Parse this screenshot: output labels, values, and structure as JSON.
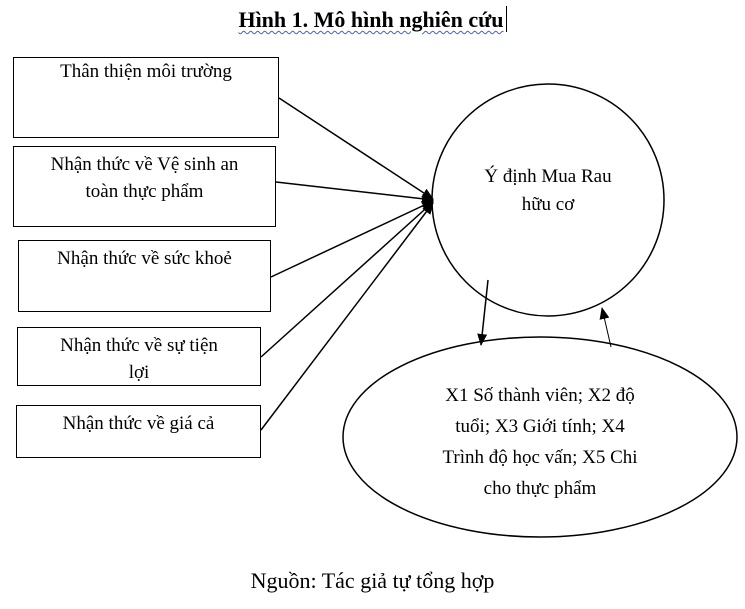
{
  "title": "Hình 1. Mô hình nghiên cứu",
  "factors": [
    {
      "line1": "Thân thiện môi trường",
      "line2": ""
    },
    {
      "line1": "Nhận thức về Vệ sinh an",
      "line2": "toàn thực phẩm"
    },
    {
      "line1": "Nhận thức về sức khoẻ",
      "line2": ""
    },
    {
      "line1": "Nhận thức về sự tiện",
      "line2": "lợi"
    },
    {
      "line1": "Nhận thức về giá cả",
      "line2": ""
    }
  ],
  "outcome": {
    "line1": "Ý định Mua Rau",
    "line2": "hữu cơ"
  },
  "controls": {
    "line1": "X1 Số thành viên; X2 độ",
    "line2": "tuổi; X3 Giới tính; X4",
    "line3": "Trình độ học vấn; X5 Chi",
    "line4": "cho thực phẩm"
  },
  "source": "Nguồn: Tác giả tự tổng hợp"
}
